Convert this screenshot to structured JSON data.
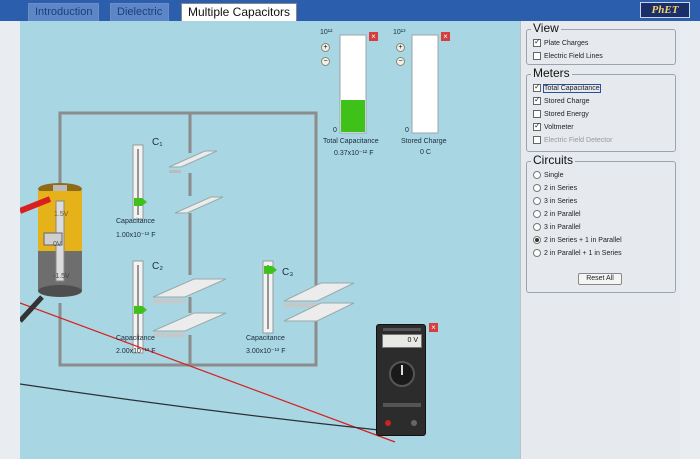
{
  "tabs": [
    {
      "label": "Introduction"
    },
    {
      "label": "Dielectric"
    },
    {
      "label": "Multiple Capacitors"
    }
  ],
  "logo": {
    "label": "PhET"
  },
  "meters_graph": {
    "capacitance_scale": "10¹²",
    "charge_scale": "10¹³",
    "capacitance_zero": "0",
    "charge_zero": "0",
    "capacitance_label": "Total Capacitance",
    "capacitance_value": "0.37x10⁻¹² F",
    "charge_label": "Stored Charge",
    "charge_value": "0 C",
    "capacitance_fill_fraction": 0.33,
    "charge_fill_fraction": 0.0
  },
  "battery": {
    "top_label": "1.5V",
    "mid_label": "0V",
    "bottom_label": "-1.5V",
    "slider_fraction": 0.5
  },
  "capacitors": [
    {
      "name": "C₁",
      "label": "Capacitance",
      "value": "1.00x10⁻¹³ F",
      "slider_fraction": 0.85
    },
    {
      "name": "C₂",
      "label": "Capacitance",
      "value": "2.00x10⁻¹³ F",
      "slider_fraction": 0.55
    },
    {
      "name": "C₃",
      "label": "Capacitance",
      "value": "3.00x10⁻¹³ F",
      "slider_fraction": 0.05
    }
  ],
  "voltmeter": {
    "reading": "0 V"
  },
  "view": {
    "title": "View",
    "items": [
      {
        "label": "Plate Charges",
        "checked": true
      },
      {
        "label": "Electric Field Lines",
        "checked": false
      }
    ]
  },
  "meters": {
    "title": "Meters",
    "items": [
      {
        "label": "Total Capacitance",
        "checked": true
      },
      {
        "label": "Stored Charge",
        "checked": true
      },
      {
        "label": "Stored Energy",
        "checked": false
      },
      {
        "label": "Voltmeter",
        "checked": true
      },
      {
        "label": "Electric Field Detector",
        "checked": false
      }
    ]
  },
  "circuits": {
    "title": "Circuits",
    "options": [
      {
        "label": "Single",
        "selected": false
      },
      {
        "label": "2 in Series",
        "selected": false
      },
      {
        "label": "3 in Series",
        "selected": false
      },
      {
        "label": "2 in Parallel",
        "selected": false
      },
      {
        "label": "3 in Parallel",
        "selected": false
      },
      {
        "label": "2 in Series + 1 in Parallel",
        "selected": true
      },
      {
        "label": "2 in Parallel + 1 in Series",
        "selected": false
      }
    ],
    "reset_label": "Reset All"
  },
  "colors": {
    "wire": "#8c8c8c",
    "meter_fill": "#3ec21a",
    "slider_knob": "#3ec21a",
    "close_button": "#d63d3d",
    "probe_red": "#d81e1e"
  }
}
